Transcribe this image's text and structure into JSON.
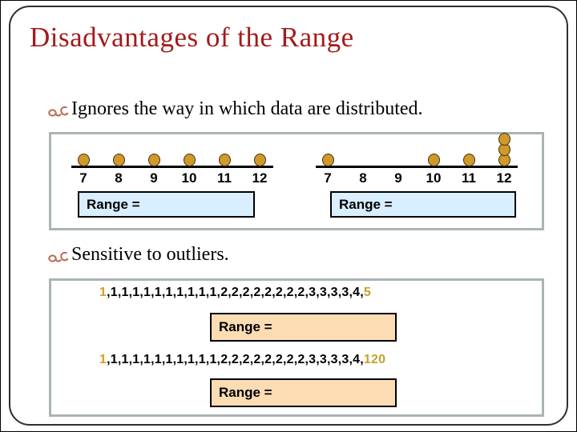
{
  "title": "Disadvantages of the Range",
  "bullets": {
    "b1": "Ignores the way in which data are distributed.",
    "b2": "Sensitive to outliers."
  },
  "dotplot_panel": {
    "axis": [
      "7",
      "8",
      "9",
      "10",
      "11",
      "12"
    ],
    "left_counts": [
      1,
      1,
      1,
      1,
      1,
      1
    ],
    "right_counts": [
      1,
      0,
      0,
      1,
      1,
      3
    ],
    "left_range_label": "Range =",
    "right_range_label": "Range ="
  },
  "outlier_panel": {
    "seq1": {
      "first": "1",
      "rest": ",1,1,1,1,1,1,1,1,1,1,2,2,2,2,2,2,2,2,3,3,3,3,4,",
      "last": "5"
    },
    "seq2": {
      "first": "1",
      "rest": ",1,1,1,1,1,1,1,1,1,1,2,2,2,2,2,2,2,2,3,3,3,3,4,",
      "last": "120"
    },
    "range_label_1": "Range =",
    "range_label_2": "Range ="
  },
  "colors": {
    "title_red": "#a51a1a",
    "bullet_glyph_brown": "#b66a50",
    "panel_border_gray": "#aab4b4",
    "dot_gold_fill": "#cf992b",
    "dot_dark_stroke": "#423107",
    "blue_box_fill": "#d9eefe",
    "tan_box_fill": "#fcdcb2",
    "sequence_lead_orange": "#de9a20",
    "sequence_tail_gold": "#c4a02c"
  },
  "chart_data": [
    {
      "type": "scatter",
      "subtype": "dotplot",
      "x": [
        7,
        8,
        9,
        10,
        11,
        12
      ],
      "counts": [
        1,
        1,
        1,
        1,
        1,
        1
      ],
      "title": "",
      "xlabel": "",
      "ylabel": "",
      "annotation": "Range ="
    },
    {
      "type": "scatter",
      "subtype": "dotplot",
      "x": [
        7,
        8,
        9,
        10,
        11,
        12
      ],
      "counts": [
        1,
        0,
        0,
        1,
        1,
        3
      ],
      "title": "",
      "xlabel": "",
      "ylabel": "",
      "annotation": "Range ="
    }
  ]
}
